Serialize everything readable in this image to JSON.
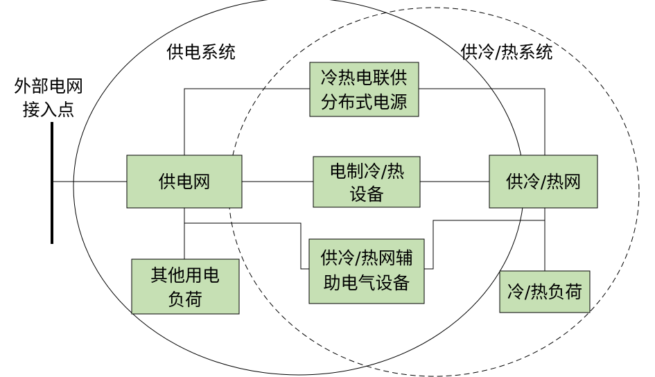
{
  "system_labels": {
    "power_system": "供电系统",
    "cooling_heating_system": "供冷/热系统"
  },
  "external_grid": {
    "line1": "外部电网",
    "line2": "接入点"
  },
  "nodes": {
    "cchp": {
      "line1": "冷热电联供",
      "line2": "分布式电源"
    },
    "power_grid": {
      "line1": "供电网"
    },
    "electric_chiller": {
      "line1": "电制冷/热",
      "line2": "设备"
    },
    "cooling_heating_network": {
      "line1": "供冷/热网"
    },
    "other_loads": {
      "line1": "其他用电",
      "line2": "负荷"
    },
    "auxiliary_equipment": {
      "line1": "供冷/热网辅",
      "line2": "助电气设备"
    },
    "cooling_heating_load": {
      "line1": "冷/热负荷"
    }
  }
}
